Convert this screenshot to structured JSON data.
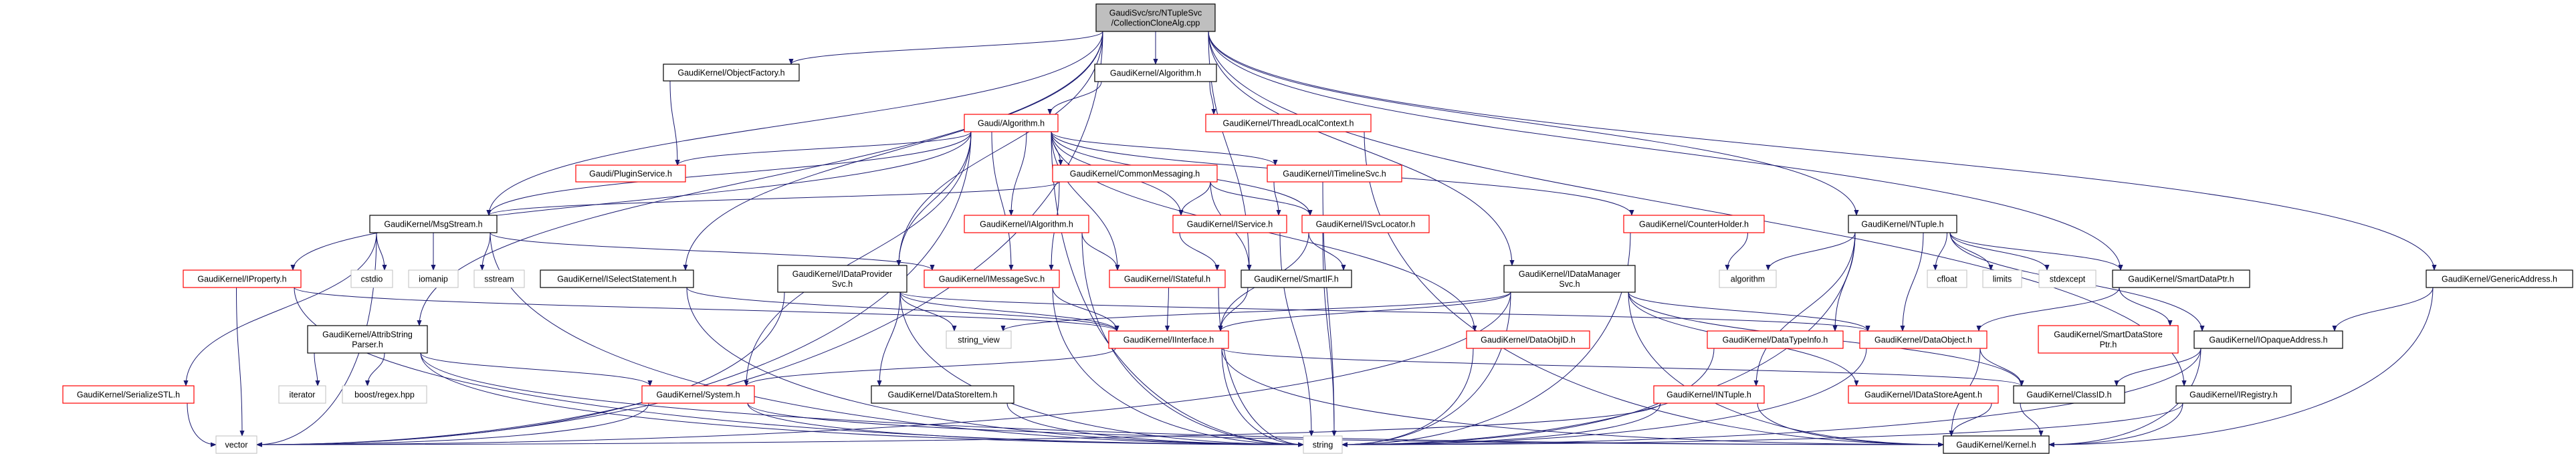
{
  "graph": {
    "edge_color": "#191970",
    "root_fill": "#bfbfbf",
    "documented_border": "#000000",
    "incomplete_border": "#ff0000",
    "system_border": "#bfbfbf",
    "nodes": [
      {
        "id": "root",
        "lines": [
          "GaudiSvc/src/NTupleSvc",
          "/CollectionCloneAlg.cpp"
        ],
        "kind": "root"
      },
      {
        "id": "algorithm_h",
        "lines": [
          "GaudiKernel/Algorithm.h"
        ],
        "kind": "documented"
      },
      {
        "id": "objectfactory",
        "lines": [
          "GaudiKernel/ObjectFactory.h"
        ],
        "kind": "documented"
      },
      {
        "id": "gaudi_algorithm",
        "lines": [
          "Gaudi/Algorithm.h"
        ],
        "kind": "incomplete"
      },
      {
        "id": "pluginservice",
        "lines": [
          "Gaudi/PluginService.h"
        ],
        "kind": "incomplete"
      },
      {
        "id": "threadlocal",
        "lines": [
          "GaudiKernel/ThreadLocalContext.h"
        ],
        "kind": "incomplete"
      },
      {
        "id": "commonmessaging",
        "lines": [
          "GaudiKernel/CommonMessaging.h"
        ],
        "kind": "incomplete"
      },
      {
        "id": "itimelinesvc",
        "lines": [
          "GaudiKernel/ITimelineSvc.h"
        ],
        "kind": "incomplete"
      },
      {
        "id": "msgstream",
        "lines": [
          "GaudiKernel/MsgStream.h"
        ],
        "kind": "documented"
      },
      {
        "id": "ialgorithm",
        "lines": [
          "GaudiKernel/IAlgorithm.h"
        ],
        "kind": "incomplete"
      },
      {
        "id": "iservice",
        "lines": [
          "GaudiKernel/IService.h"
        ],
        "kind": "incomplete"
      },
      {
        "id": "isvclocator",
        "lines": [
          "GaudiKernel/ISvcLocator.h"
        ],
        "kind": "incomplete"
      },
      {
        "id": "counterholder",
        "lines": [
          "GaudiKernel/CounterHolder.h"
        ],
        "kind": "incomplete"
      },
      {
        "id": "ntuple",
        "lines": [
          "GaudiKernel/NTuple.h"
        ],
        "kind": "documented"
      },
      {
        "id": "iproperty",
        "lines": [
          "GaudiKernel/IProperty.h"
        ],
        "kind": "incomplete"
      },
      {
        "id": "cstdio",
        "lines": [
          "cstdio"
        ],
        "kind": "system"
      },
      {
        "id": "iomanip",
        "lines": [
          "iomanip"
        ],
        "kind": "system"
      },
      {
        "id": "sstream",
        "lines": [
          "sstream"
        ],
        "kind": "system"
      },
      {
        "id": "iselectstatement",
        "lines": [
          "GaudiKernel/ISelectStatement.h"
        ],
        "kind": "documented"
      },
      {
        "id": "idataprovidersvc",
        "lines": [
          "GaudiKernel/IDataProvider",
          "Svc.h"
        ],
        "kind": "documented"
      },
      {
        "id": "imessagesvc",
        "lines": [
          "GaudiKernel/IMessageSvc.h"
        ],
        "kind": "incomplete"
      },
      {
        "id": "istateful",
        "lines": [
          "GaudiKernel/IStateful.h"
        ],
        "kind": "incomplete"
      },
      {
        "id": "smartif",
        "lines": [
          "GaudiKernel/SmartIF.h"
        ],
        "kind": "documented"
      },
      {
        "id": "idatamanagersvc",
        "lines": [
          "GaudiKernel/IDataManager",
          "Svc.h"
        ],
        "kind": "documented"
      },
      {
        "id": "algorithm",
        "lines": [
          "algorithm"
        ],
        "kind": "system"
      },
      {
        "id": "cfloat",
        "lines": [
          "cfloat"
        ],
        "kind": "system"
      },
      {
        "id": "limits",
        "lines": [
          "limits"
        ],
        "kind": "system"
      },
      {
        "id": "stdexcept",
        "lines": [
          "stdexcept"
        ],
        "kind": "system"
      },
      {
        "id": "smartdataptr",
        "lines": [
          "GaudiKernel/SmartDataPtr.h"
        ],
        "kind": "documented"
      },
      {
        "id": "genericaddress",
        "lines": [
          "GaudiKernel/GenericAddress.h"
        ],
        "kind": "documented"
      },
      {
        "id": "attribstringparser",
        "lines": [
          "GaudiKernel/AttribString",
          "Parser.h"
        ],
        "kind": "documented"
      },
      {
        "id": "string_view",
        "lines": [
          "string_view"
        ],
        "kind": "system"
      },
      {
        "id": "iinterface",
        "lines": [
          "GaudiKernel/IInterface.h"
        ],
        "kind": "incomplete"
      },
      {
        "id": "dataobjid",
        "lines": [
          "GaudiKernel/DataObjID.h"
        ],
        "kind": "incomplete"
      },
      {
        "id": "datatypeinfo",
        "lines": [
          "GaudiKernel/DataTypeInfo.h"
        ],
        "kind": "incomplete"
      },
      {
        "id": "dataobject",
        "lines": [
          "GaudiKernel/DataObject.h"
        ],
        "kind": "incomplete"
      },
      {
        "id": "smartdatastoreptr",
        "lines": [
          "GaudiKernel/SmartDataStore",
          "Ptr.h"
        ],
        "kind": "incomplete"
      },
      {
        "id": "iopaqueaddress",
        "lines": [
          "GaudiKernel/IOpaqueAddress.h"
        ],
        "kind": "documented"
      },
      {
        "id": "serializestl",
        "lines": [
          "GaudiKernel/SerializeSTL.h"
        ],
        "kind": "incomplete"
      },
      {
        "id": "iterator",
        "lines": [
          "iterator"
        ],
        "kind": "system"
      },
      {
        "id": "boost_regex",
        "lines": [
          "boost/regex.hpp"
        ],
        "kind": "system"
      },
      {
        "id": "system",
        "lines": [
          "GaudiKernel/System.h"
        ],
        "kind": "incomplete"
      },
      {
        "id": "datastoreitem",
        "lines": [
          "GaudiKernel/DataStoreItem.h"
        ],
        "kind": "documented"
      },
      {
        "id": "intuple",
        "lines": [
          "GaudiKernel/INTuple.h"
        ],
        "kind": "incomplete"
      },
      {
        "id": "idatastoreagent",
        "lines": [
          "GaudiKernel/IDataStoreAgent.h"
        ],
        "kind": "incomplete"
      },
      {
        "id": "classid",
        "lines": [
          "GaudiKernel/ClassID.h"
        ],
        "kind": "documented"
      },
      {
        "id": "iregistry",
        "lines": [
          "GaudiKernel/IRegistry.h"
        ],
        "kind": "documented"
      },
      {
        "id": "vector",
        "lines": [
          "vector"
        ],
        "kind": "system"
      },
      {
        "id": "string",
        "lines": [
          "string"
        ],
        "kind": "system"
      },
      {
        "id": "kernel",
        "lines": [
          "GaudiKernel/Kernel.h"
        ],
        "kind": "documented"
      }
    ],
    "edges": [
      [
        "root",
        "algorithm_h"
      ],
      [
        "root",
        "objectfactory"
      ],
      [
        "root",
        "msgstream"
      ],
      [
        "root",
        "iselectstatement"
      ],
      [
        "root",
        "idataprovidersvc"
      ],
      [
        "root",
        "attribstringparser"
      ],
      [
        "root",
        "vector"
      ],
      [
        "root",
        "idatamanagersvc"
      ],
      [
        "root",
        "smartif"
      ],
      [
        "root",
        "ntuple"
      ],
      [
        "root",
        "smartdataptr"
      ],
      [
        "root",
        "iregistry"
      ],
      [
        "root",
        "genericaddress"
      ],
      [
        "algorithm_h",
        "gaudi_algorithm"
      ],
      [
        "algorithm_h",
        "threadlocal"
      ],
      [
        "objectfactory",
        "pluginservice"
      ],
      [
        "gaudi_algorithm",
        "pluginservice"
      ],
      [
        "gaudi_algorithm",
        "commonmessaging"
      ],
      [
        "gaudi_algorithm",
        "itimelinesvc"
      ],
      [
        "gaudi_algorithm",
        "ialgorithm"
      ],
      [
        "gaudi_algorithm",
        "iservice"
      ],
      [
        "gaudi_algorithm",
        "isvclocator"
      ],
      [
        "gaudi_algorithm",
        "counterholder"
      ],
      [
        "gaudi_algorithm",
        "imessagesvc"
      ],
      [
        "gaudi_algorithm",
        "istateful"
      ],
      [
        "gaudi_algorithm",
        "msgstream"
      ],
      [
        "gaudi_algorithm",
        "iproperty"
      ],
      [
        "gaudi_algorithm",
        "idataprovidersvc"
      ],
      [
        "gaudi_algorithm",
        "system"
      ],
      [
        "gaudi_algorithm",
        "dataobjid"
      ],
      [
        "gaudi_algorithm",
        "string"
      ],
      [
        "gaudi_algorithm",
        "vector"
      ],
      [
        "threadlocal",
        "kernel"
      ],
      [
        "commonmessaging",
        "msgstream"
      ],
      [
        "commonmessaging",
        "imessagesvc"
      ],
      [
        "commonmessaging",
        "iservice"
      ],
      [
        "commonmessaging",
        "isvclocator"
      ],
      [
        "commonmessaging",
        "smartif"
      ],
      [
        "itimelinesvc",
        "iservice"
      ],
      [
        "itimelinesvc",
        "string"
      ],
      [
        "ialgorithm",
        "istateful"
      ],
      [
        "ialgorithm",
        "string"
      ],
      [
        "iservice",
        "istateful"
      ],
      [
        "iservice",
        "string"
      ],
      [
        "isvclocator",
        "smartif"
      ],
      [
        "isvclocator",
        "iinterface"
      ],
      [
        "isvclocator",
        "string"
      ],
      [
        "counterholder",
        "algorithm"
      ],
      [
        "counterholder",
        "string"
      ],
      [
        "ntuple",
        "algorithm"
      ],
      [
        "ntuple",
        "cfloat"
      ],
      [
        "ntuple",
        "limits"
      ],
      [
        "ntuple",
        "stdexcept"
      ],
      [
        "ntuple",
        "smartdataptr"
      ],
      [
        "ntuple",
        "dataobject"
      ],
      [
        "ntuple",
        "datatypeinfo"
      ],
      [
        "ntuple",
        "intuple"
      ],
      [
        "ntuple",
        "iopaqueaddress"
      ],
      [
        "ntuple",
        "string"
      ],
      [
        "msgstream",
        "cstdio"
      ],
      [
        "msgstream",
        "iomanip"
      ],
      [
        "msgstream",
        "sstream"
      ],
      [
        "msgstream",
        "imessagesvc"
      ],
      [
        "msgstream",
        "serializestl"
      ],
      [
        "msgstream",
        "vector"
      ],
      [
        "msgstream",
        "string"
      ],
      [
        "iproperty",
        "iinterface"
      ],
      [
        "iproperty",
        "string"
      ],
      [
        "iproperty",
        "vector"
      ],
      [
        "iselectstatement",
        "iinterface"
      ],
      [
        "iselectstatement",
        "string"
      ],
      [
        "idataprovidersvc",
        "iinterface"
      ],
      [
        "idataprovidersvc",
        "string_view"
      ],
      [
        "idataprovidersvc",
        "datastoreitem"
      ],
      [
        "idataprovidersvc",
        "string"
      ],
      [
        "idataprovidersvc",
        "vector"
      ],
      [
        "idataprovidersvc",
        "dataobject"
      ],
      [
        "imessagesvc",
        "iinterface"
      ],
      [
        "imessagesvc",
        "string"
      ],
      [
        "istateful",
        "iinterface"
      ],
      [
        "istateful",
        "string"
      ],
      [
        "smartif",
        "iinterface"
      ],
      [
        "idatamanagersvc",
        "iinterface"
      ],
      [
        "idatamanagersvc",
        "string"
      ],
      [
        "idatamanagersvc",
        "classid"
      ],
      [
        "idatamanagersvc",
        "idatastoreagent"
      ],
      [
        "idatamanagersvc",
        "string_view"
      ],
      [
        "idatamanagersvc",
        "dataobject"
      ],
      [
        "idatamanagersvc",
        "vector"
      ],
      [
        "idatamanagersvc",
        "kernel"
      ],
      [
        "attribstringparser",
        "iterator"
      ],
      [
        "attribstringparser",
        "boost_regex"
      ],
      [
        "attribstringparser",
        "system"
      ],
      [
        "attribstringparser",
        "kernel"
      ],
      [
        "attribstringparser",
        "string"
      ],
      [
        "iinterface",
        "system"
      ],
      [
        "iinterface",
        "kernel"
      ],
      [
        "iinterface",
        "classid"
      ],
      [
        "iinterface",
        "string"
      ],
      [
        "dataobjid",
        "string"
      ],
      [
        "datatypeinfo",
        "string"
      ],
      [
        "dataobject",
        "classid"
      ],
      [
        "dataobject",
        "kernel"
      ],
      [
        "dataobject",
        "string"
      ],
      [
        "smartdataptr",
        "dataobject"
      ],
      [
        "smartdataptr",
        "smartdatastoreptr"
      ],
      [
        "iopaqueaddress",
        "classid"
      ],
      [
        "iopaqueaddress",
        "kernel"
      ],
      [
        "iopaqueaddress",
        "string"
      ],
      [
        "genericaddress",
        "iopaqueaddress"
      ],
      [
        "genericaddress",
        "kernel"
      ],
      [
        "serializestl",
        "vector"
      ],
      [
        "system",
        "vector"
      ],
      [
        "system",
        "string"
      ],
      [
        "system",
        "kernel"
      ],
      [
        "datastoreitem",
        "string"
      ],
      [
        "intuple",
        "string"
      ],
      [
        "intuple",
        "vector"
      ],
      [
        "intuple",
        "kernel"
      ],
      [
        "idatastoreagent",
        "kernel"
      ],
      [
        "classid",
        "kernel"
      ],
      [
        "iregistry",
        "kernel"
      ],
      [
        "iregistry",
        "string"
      ]
    ]
  }
}
